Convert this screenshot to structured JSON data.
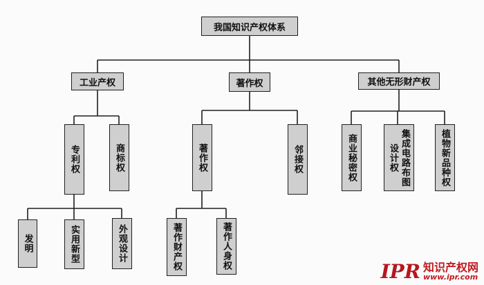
{
  "root": {
    "label": "我国知识产权体系"
  },
  "level1": [
    {
      "label": "工业产权"
    },
    {
      "label": "著作权"
    },
    {
      "label": "其他无形财产权"
    }
  ],
  "level2": [
    {
      "label": "专利权"
    },
    {
      "label": "商标权"
    },
    {
      "label": "著作权"
    },
    {
      "label": "邻接权"
    },
    {
      "label": "商业秘密权"
    },
    {
      "col_right": "集成电路布图",
      "col_left": "设计权"
    },
    {
      "label": "植物新品种权"
    }
  ],
  "level3": [
    {
      "label": "发明"
    },
    {
      "label": "实用新型"
    },
    {
      "label": "外观设计"
    },
    {
      "label": "著作财产权"
    },
    {
      "label": "著作人身权"
    }
  ],
  "watermark": {
    "logo": "IPR",
    "name": "知识产权网",
    "url": "www.ipr.com"
  },
  "colors": {
    "box_fill": "#cfcfcf",
    "line": "#1e1e1e",
    "watermark_red": "#c01a20"
  }
}
